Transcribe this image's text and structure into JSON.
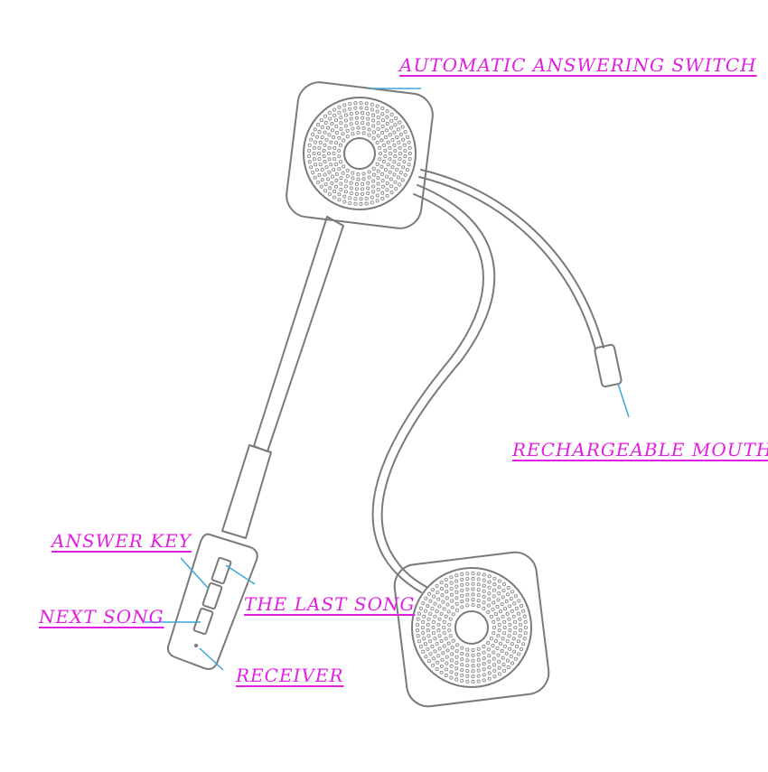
{
  "labels": {
    "automatic_answering_switch": "AUTOMATIC ANSWERING SWITCH",
    "rechargeable_mouth": "RECHARGEABLE MOUTH",
    "answer_key": "ANSWER KEY",
    "next_song": "NEXT SONG",
    "the_last_song": "THE LAST SONG",
    "receiver": "RECEIVER"
  },
  "colors": {
    "label_text": "#e020e0",
    "leader_line": "#3aa8d8",
    "outline": "#7a7a7a",
    "speaker_dots": "#8a8a8a"
  }
}
